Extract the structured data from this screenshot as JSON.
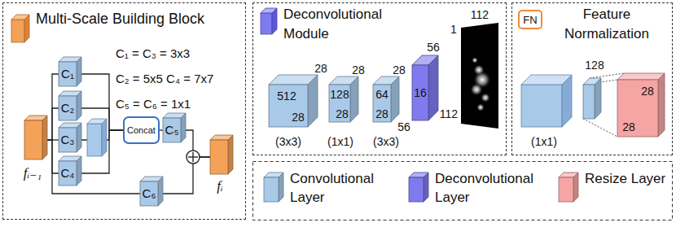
{
  "diagram": {
    "nodes": [
      {
        "text": [
          "Multi-Scale Building Block"
        ]
      },
      {
        "text": [
          "fᵢ₋₁"
        ],
        "in": 0
      },
      {
        "text": [
          "C₁"
        ],
        "in": 0
      },
      {
        "text": [
          "C₂"
        ],
        "in": 0
      },
      {
        "text": [
          "C₃"
        ],
        "in": 0
      },
      {
        "text": [
          "C₄"
        ],
        "in": 0
      },
      {
        "text": [
          "Concat"
        ],
        "in": 0
      },
      {
        "text": [
          "C₅"
        ],
        "in": 0
      },
      {
        "text": [
          "C₆"
        ],
        "in": 0
      },
      {
        "text": [
          "fᵢ"
        ],
        "in": 0
      },
      {
        "text": [
          "Deconvolutional Module"
        ]
      },
      {
        "text": [
          "512",
          "28",
          "28"
        ],
        "in": 10
      },
      {
        "text": [
          "128",
          "28",
          "28"
        ],
        "in": 10
      },
      {
        "text": [
          "64",
          "28",
          "28"
        ],
        "in": 10
      },
      {
        "text": [
          "56",
          "16",
          "56",
          "112"
        ],
        "in": 10
      },
      {
        "text": [
          "112",
          "1"
        ],
        "in": 10
      },
      {
        "text": [
          "Feature Normalization"
        ]
      },
      {
        "text": [
          "FN"
        ],
        "in": 16
      },
      {
        "text": [
          "128"
        ],
        "in": 16
      },
      {
        "text": [
          "28",
          "28"
        ],
        "in": 16
      }
    ],
    "edges": [
      {
        "from": 1,
        "to": 2,
        "arrow": "none"
      },
      {
        "from": 1,
        "to": 3,
        "arrow": "none"
      },
      {
        "from": 1,
        "to": 4,
        "arrow": "none"
      },
      {
        "from": 1,
        "to": 5,
        "arrow": "none"
      },
      {
        "from": 1,
        "to": 8,
        "arrow": "none"
      },
      {
        "from": 2,
        "to": 6,
        "arrow": "none"
      },
      {
        "from": 3,
        "to": 6,
        "arrow": "none"
      },
      {
        "from": 4,
        "to": 6,
        "arrow": "none"
      },
      {
        "from": 5,
        "to": 6,
        "arrow": "none"
      },
      {
        "from": 6,
        "to": 7,
        "arrow": "none"
      },
      {
        "from": 7,
        "to": 9,
        "arrow": "none"
      },
      {
        "from": 8,
        "to": 9,
        "arrow": "none"
      }
    ],
    "labels": [
      "C₁ = C₃ = 3x3",
      "C₂ = 5x5 C₄ = 7x7",
      "C₅ = C₆ = 1x1",
      "(3x3)",
      "(1x1)",
      "(3x3)",
      "(1x1)"
    ],
    "legend": [
      {
        "text": "Convolutional Layer",
        "color": "#a9c9e9"
      },
      {
        "text": "Deconvolutional Layer",
        "color": "#7f7bef"
      },
      {
        "text": "Resize Layer",
        "color": "#f6a5a5"
      }
    ]
  }
}
